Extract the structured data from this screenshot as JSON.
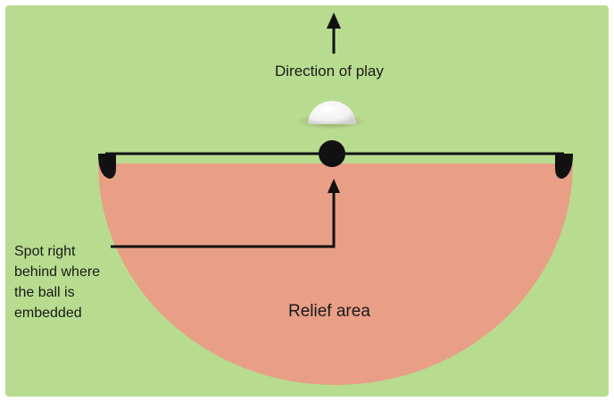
{
  "diagram": {
    "direction_label": "Direction of play",
    "spot_label_lines": [
      "Spot right",
      "behind where",
      "the ball is",
      "embedded"
    ],
    "relief_label": "Relief area"
  },
  "colors": {
    "grass": "#b8dc8f",
    "relief_area": "#e89f86",
    "line": "#111111",
    "ball": "#ffffff"
  },
  "icons": {
    "direction_arrow": "arrow-up-icon",
    "ball": "golf-ball-icon",
    "reference_point": "reference-dot-icon"
  }
}
